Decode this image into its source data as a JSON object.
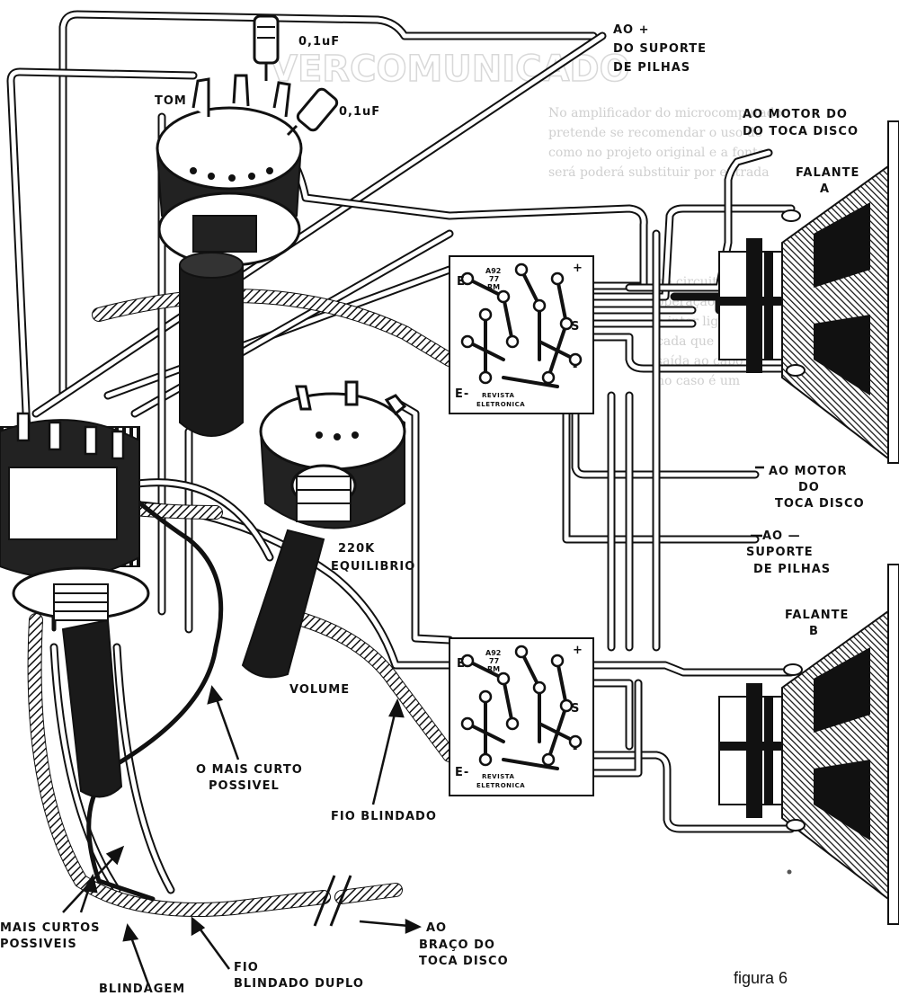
{
  "labels": {
    "ao_plus": "AO  +",
    "do_suporte": "DO  SUPORTE",
    "de_pilhas": "DE  PILHAS",
    "cap1": "0,1uF",
    "cap2": "0,1uF",
    "tom": "TOM",
    "ao_motor_top1": "AO MOTOR DO",
    "ao_motor_top2": "DO TOCA DISCO",
    "falante_a1": "FALANTE",
    "falante_a2": "A",
    "ao_motor_mid1": "AO  MOTOR",
    "ao_motor_mid2": "DO",
    "ao_motor_mid3": "TOCA  DISCO",
    "ao_minus1": "AO —",
    "ao_minus2": "SUPORTE",
    "ao_minus3": "DE  PILHAS",
    "falante_b1": "FALANTE",
    "falante_b2": "B",
    "r220k": "220K",
    "equilibrio": "EQUILIBRIO",
    "volume": "VOLUME",
    "mais_curto1": "O  MAIS  CURTO",
    "mais_curto2": "POSSIVEL",
    "fio_blindado": "FIO  BLINDADO",
    "mais_curtos1": "MAIS CURTOS",
    "mais_curtos2": "POSSIVEIS",
    "blindagem": "BLINDAGEM",
    "fio_blindado_duplo1": "FIO",
    "fio_blindado_duplo2": "BLINDADO  DUPLO",
    "ao_braco1": "AO",
    "ao_braco2": "BRAÇO  DO",
    "ao_braco3": "TOCA  DISCO",
    "figura": "figura 6"
  },
  "pcb": {
    "code1": "A92",
    "code2": "77",
    "code3": "RM",
    "brand1": "REVISTA",
    "brand2": "ELETRONICA",
    "pin_e": "E",
    "pin_e_minus": "E-",
    "pin_s": "S",
    "pin_plus": "+",
    "pin_minus": "-"
  },
  "colors": {
    "ink": "#111111",
    "paper": "#ffffff",
    "ghost": "#cfcfcf"
  }
}
